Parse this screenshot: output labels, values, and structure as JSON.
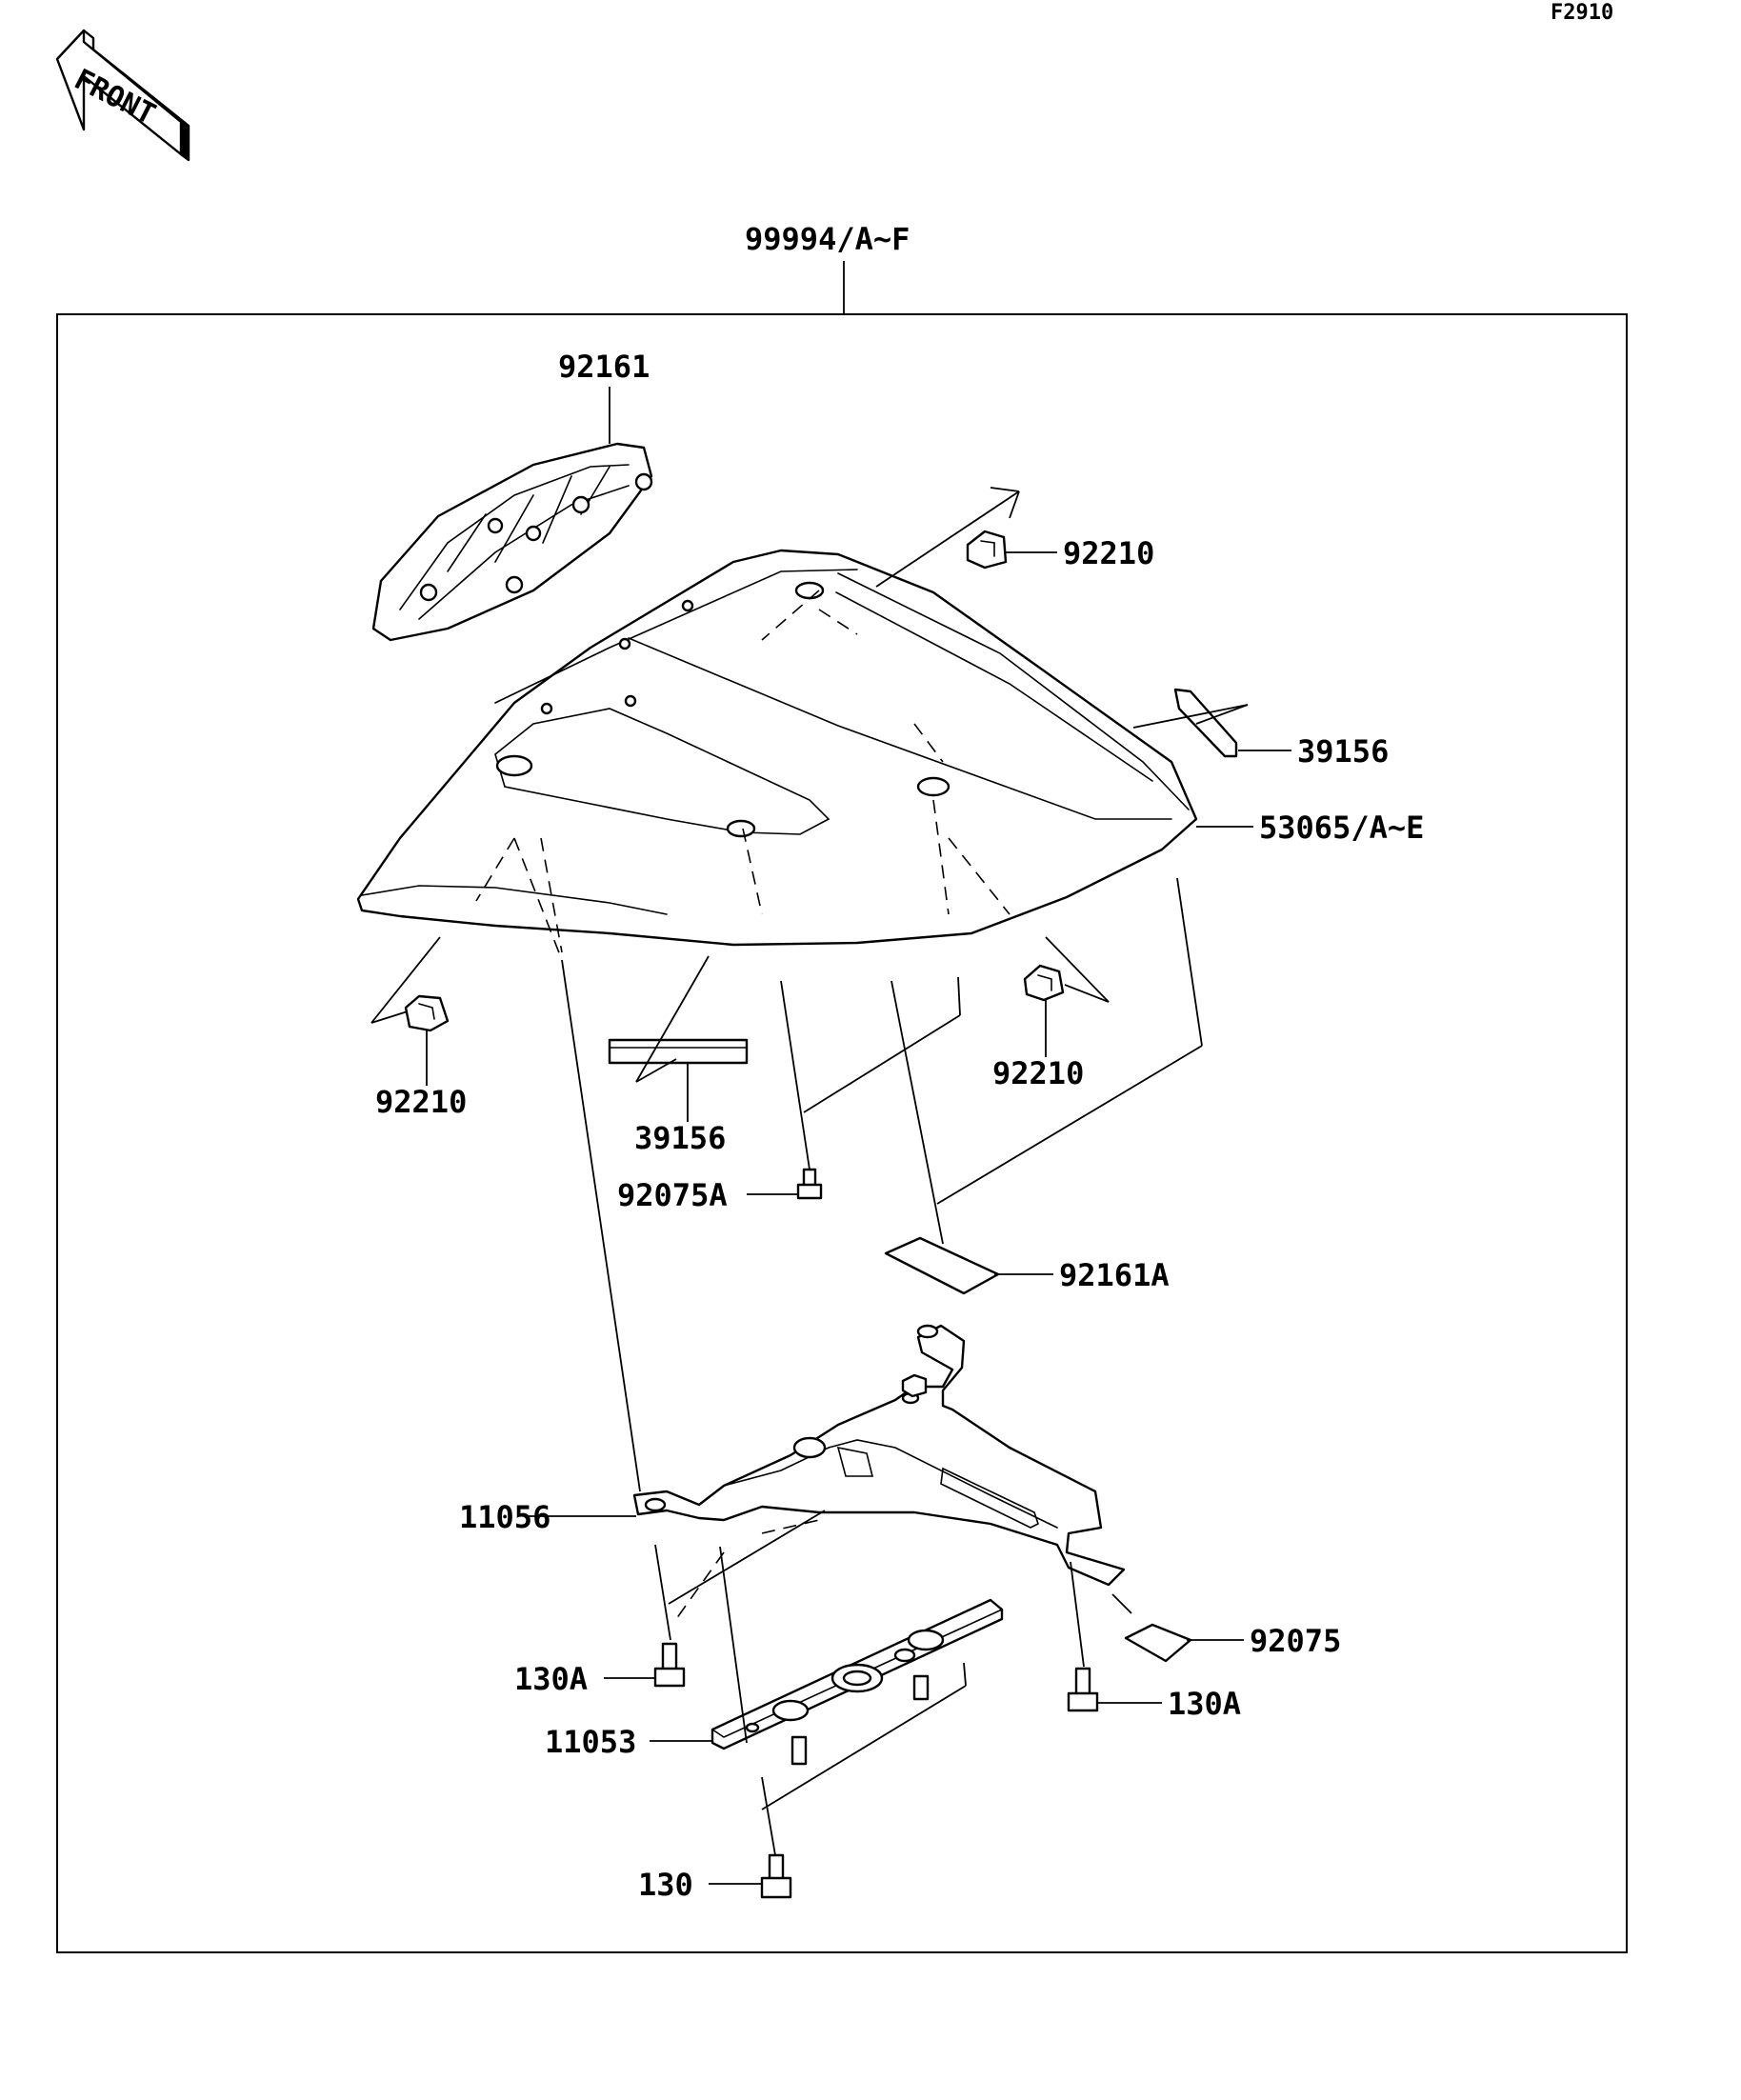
{
  "figure_code": "F2910",
  "front_label": "FRONT",
  "assembly_label": "99994/A~F",
  "parts": {
    "p92161": "92161",
    "p92210_top": "92210",
    "p39156_right": "39156",
    "p53065": "53065/A~E",
    "p92210_left": "92210",
    "p92210_right": "92210",
    "p39156_center": "39156",
    "p92075A": "92075A",
    "p92161A": "92161A",
    "p11056": "11056",
    "p92075": "92075",
    "p130A_left": "130A",
    "p130A_right": "130A",
    "p11053": "11053",
    "p130": "130"
  },
  "colors": {
    "line": "#000000",
    "background": "#ffffff"
  }
}
